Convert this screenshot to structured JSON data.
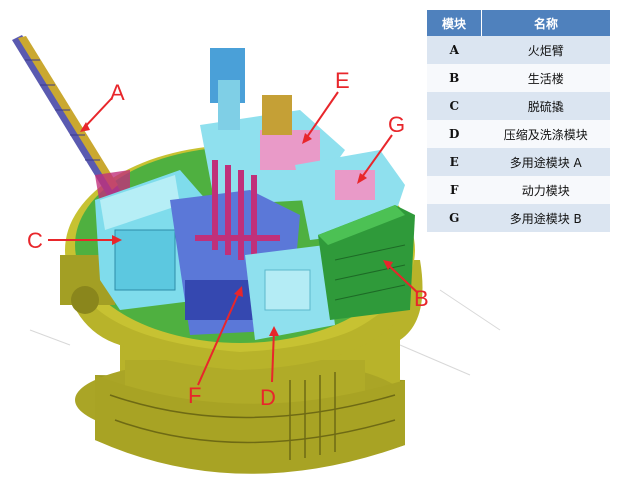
{
  "table": {
    "headers": {
      "code": "模块",
      "name": "名称"
    },
    "rows": [
      {
        "code": "A",
        "name": "火炬臂"
      },
      {
        "code": "B",
        "name": "生活楼"
      },
      {
        "code": "C",
        "name": "脱硫撬"
      },
      {
        "code": "D",
        "name": "压缩及洗涤模块"
      },
      {
        "code": "E",
        "name": "多用途模块 A"
      },
      {
        "code": "F",
        "name": "动力模块"
      },
      {
        "code": "G",
        "name": "多用途模块 B"
      }
    ]
  },
  "callouts": {
    "A": "A",
    "B": "B",
    "C": "C",
    "D": "D",
    "E": "E",
    "F": "F",
    "G": "G"
  },
  "colors": {
    "hull": "#b8b32a",
    "deck": "#4fb040",
    "module_cyan": "#7fdcec",
    "living_quarters": "#2f9a3a",
    "flare_boom": "#5a5ab0",
    "piping_magenta": "#c0307a",
    "callout_red": "#e8262b",
    "table_header": "#4f81bd"
  }
}
